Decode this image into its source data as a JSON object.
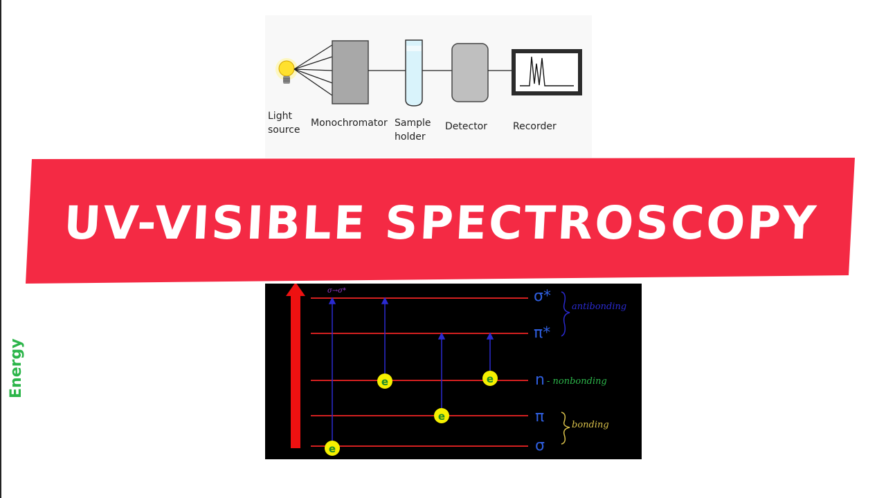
{
  "instrument": {
    "components": [
      {
        "line1": "Light",
        "line2": "source"
      },
      {
        "line1": "Monochromator",
        "line2": ""
      },
      {
        "line1": "Sample",
        "line2": "holder"
      },
      {
        "line1": "Detector",
        "line2": ""
      },
      {
        "line1": "Recorder",
        "line2": ""
      }
    ]
  },
  "banner": {
    "title": "UV-VISIBLE SPECTROSCOPY",
    "color": "#f42a44"
  },
  "energy_diagram": {
    "axis_label": "Energy",
    "levels": [
      {
        "symbol": "σ*"
      },
      {
        "symbol": "π*"
      },
      {
        "symbol": "n"
      },
      {
        "symbol": "π"
      },
      {
        "symbol": "σ"
      }
    ],
    "annotations": {
      "antibonding": "antibonding",
      "nonbonding": "- nonbonding",
      "bonding": "bonding",
      "transition": "σ→σ*"
    },
    "electron_label": "e",
    "colors": {
      "level_line": "#d42020",
      "arrow": "#2a2ad0",
      "electron": "#f5f000",
      "energy_arrow": "#ee1111",
      "energy_label": "#2cb54a"
    }
  }
}
